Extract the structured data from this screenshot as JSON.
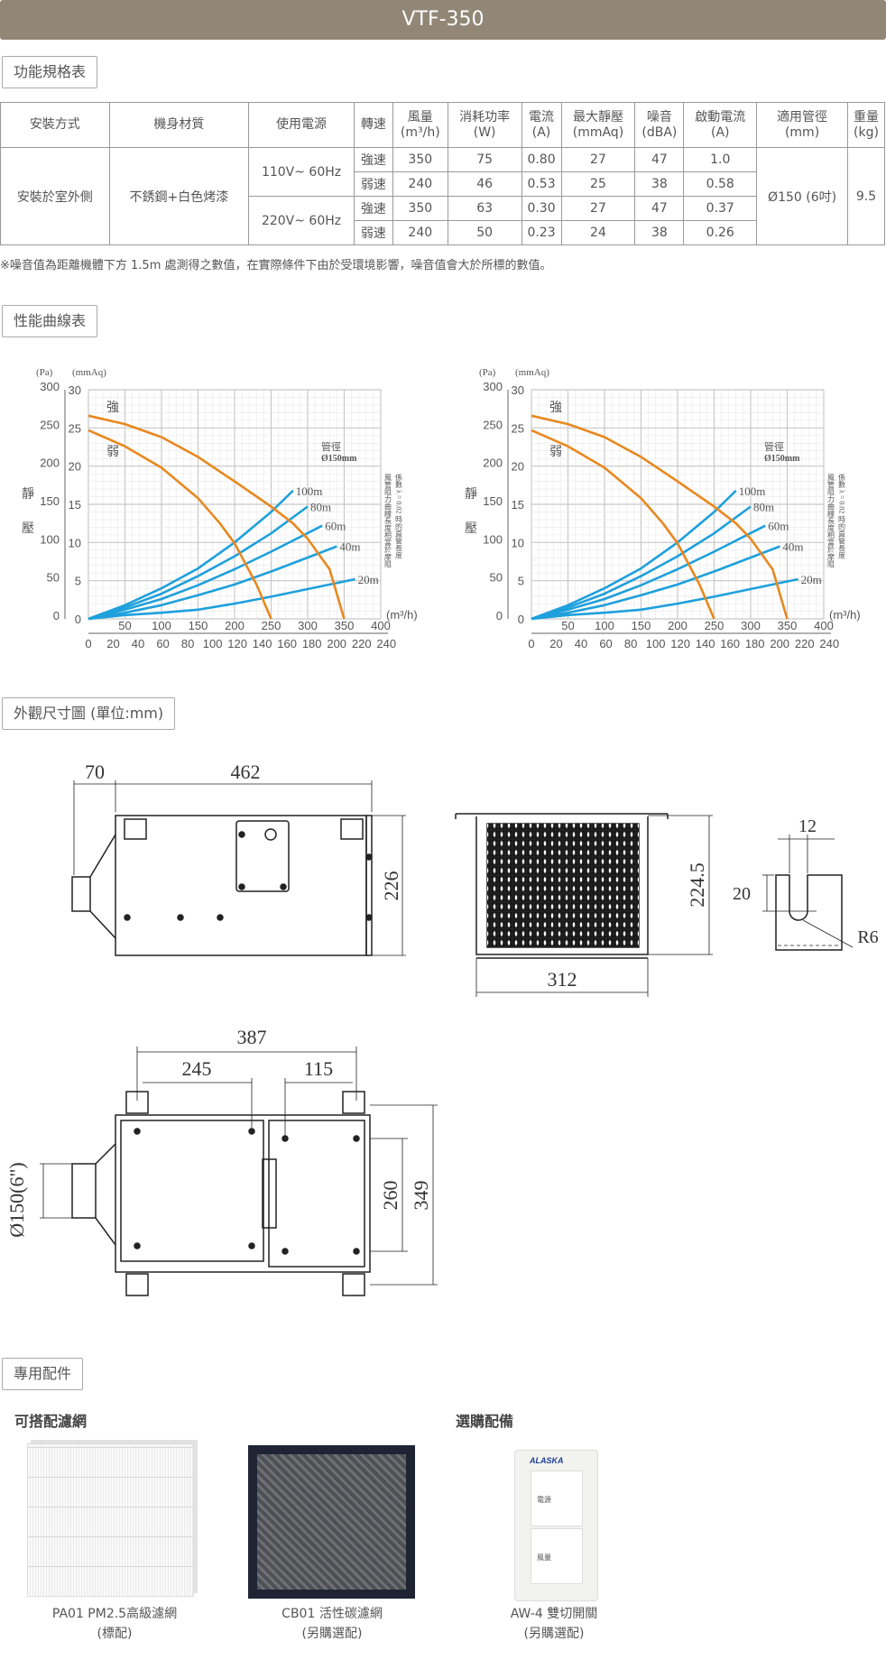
{
  "header": {
    "title": "VTF-350"
  },
  "sections": {
    "spec": "功能規格表",
    "curves": "性能曲線表",
    "dimensions": "外觀尺寸圖 (單位:mm)",
    "accessories": "專用配件"
  },
  "spec_table": {
    "headers": [
      [
        "安裝方式"
      ],
      [
        "機身材質"
      ],
      [
        "使用電源"
      ],
      [
        "轉速"
      ],
      [
        "風量",
        "(m³/h)"
      ],
      [
        "消耗功率",
        "(W)"
      ],
      [
        "電流",
        "(A)"
      ],
      [
        "最大靜壓",
        "(mmAq)"
      ],
      [
        "噪音",
        "(dBA)"
      ],
      [
        "啟動電流",
        "(A)"
      ],
      [
        "適用管徑",
        "(mm)"
      ],
      [
        "重量",
        "(kg)"
      ]
    ],
    "install": "安裝於室外側",
    "material": "不銹鋼+白色烤漆",
    "pipe": "Ø150 (6吋)",
    "weight": "9.5",
    "power_groups": [
      {
        "power": "110V~ 60Hz",
        "rows": [
          {
            "speed": "強速",
            "airflow": "350",
            "watts": "75",
            "amps": "0.80",
            "pressure": "27",
            "noise": "47",
            "start_amps": "1.0"
          },
          {
            "speed": "弱速",
            "airflow": "240",
            "watts": "46",
            "amps": "0.53",
            "pressure": "25",
            "noise": "38",
            "start_amps": "0.58"
          }
        ]
      },
      {
        "power": "220V~ 60Hz",
        "rows": [
          {
            "speed": "強速",
            "airflow": "350",
            "watts": "63",
            "amps": "0.30",
            "pressure": "27",
            "noise": "47",
            "start_amps": "0.37"
          },
          {
            "speed": "弱速",
            "airflow": "240",
            "watts": "50",
            "amps": "0.23",
            "pressure": "24",
            "noise": "38",
            "start_amps": "0.26"
          }
        ]
      }
    ],
    "note": "※噪音值為距離機體下方 1.5m 處測得之數值，在實際條件下由於受環境影響，噪音值會大於所標的數值。"
  },
  "chart_data": {
    "type": "line",
    "ylabel_units": [
      "(Pa)",
      "(mmAq)"
    ],
    "ylabel": "靜壓",
    "ylabel_chars": [
      "靜",
      "壓"
    ],
    "xlabel": "(m³/h)",
    "xlim": [
      0,
      400
    ],
    "ylim": [
      0,
      30
    ],
    "x_ticks": [
      "0",
      "50",
      "100",
      "150",
      "200",
      "250",
      "300",
      "350",
      "400"
    ],
    "y_ticks_mmaq": [
      "0",
      "5",
      "10",
      "15",
      "20",
      "25",
      "30"
    ],
    "y_ticks_pa": [
      "0",
      "50",
      "100",
      "150",
      "200",
      "250",
      "300"
    ],
    "x2_ticks": [
      "0",
      "20",
      "40",
      "60",
      "80",
      "100",
      "120",
      "140",
      "160",
      "180",
      "200",
      "220",
      "240"
    ],
    "grid": true,
    "pipe_label": "管徑",
    "pipe_size": "Ø150mm",
    "side_note": [
      "風管阻力曲線長度相當於摩阻",
      "係數 λ = 0.02 時的直管長度"
    ],
    "fan_curves": [
      {
        "name": "強",
        "color": "#e8881f",
        "x": [
          0,
          50,
          100,
          150,
          200,
          250,
          280,
          300,
          330,
          350
        ],
        "y": [
          26.6,
          25.5,
          23.8,
          21.2,
          18,
          14.7,
          12.5,
          10.5,
          6.5,
          0
        ]
      },
      {
        "name": "弱",
        "color": "#e8881f",
        "x": [
          0,
          50,
          100,
          150,
          180,
          200,
          215,
          230,
          250
        ],
        "y": [
          24.7,
          22.6,
          19.8,
          15.8,
          12.5,
          9.9,
          7.2,
          4.5,
          0
        ]
      }
    ],
    "duct_curves": [
      {
        "name": "100m",
        "color": "#1ea0dc",
        "x": [
          0,
          50,
          100,
          150,
          200,
          250,
          280
        ],
        "y": [
          0,
          1.8,
          4,
          6.6,
          10,
          14,
          16.8
        ]
      },
      {
        "name": "80m",
        "color": "#1ea0dc",
        "x": [
          0,
          50,
          100,
          150,
          200,
          250,
          300
        ],
        "y": [
          0,
          1.5,
          3.3,
          5.6,
          8.2,
          11.2,
          14.7
        ]
      },
      {
        "name": "60m",
        "color": "#1ea0dc",
        "x": [
          0,
          50,
          100,
          150,
          200,
          250,
          320
        ],
        "y": [
          0,
          1.2,
          2.6,
          4.4,
          6.5,
          8.8,
          12.2
        ]
      },
      {
        "name": "40m",
        "color": "#1ea0dc",
        "x": [
          0,
          50,
          100,
          150,
          200,
          250,
          340
        ],
        "y": [
          0,
          0.8,
          1.8,
          3.1,
          4.5,
          6.2,
          9.5
        ]
      },
      {
        "name": "20m",
        "color": "#1ea0dc",
        "x": [
          0,
          50,
          100,
          150,
          200,
          250,
          365
        ],
        "y": [
          0,
          0.5,
          0.8,
          1.2,
          2,
          2.9,
          5.2
        ]
      }
    ]
  },
  "dimensions": {
    "side": {
      "inlet": "70",
      "length": "462",
      "height": "226"
    },
    "front": {
      "height": "224.5",
      "width": "312"
    },
    "slot": {
      "width": "12",
      "depth": "20",
      "radius": "R6"
    },
    "bottom": {
      "total": "387",
      "left": "245",
      "right": "115",
      "inner": "260",
      "outer": "349",
      "duct": "Ø150(6\")"
    }
  },
  "accessories": {
    "filters_heading": "可搭配濾網",
    "options_heading": "選購配備",
    "items": [
      {
        "name": "PA01 PM2.5高級濾網",
        "note": "(標配)"
      },
      {
        "name": "CB01 活性碳濾網",
        "note": "(另購選配)"
      },
      {
        "name": "AW-4 雙切開關",
        "note": "(另購選配)",
        "brand": "ALASKA",
        "buttons": [
          "電源",
          "風量"
        ]
      }
    ]
  }
}
